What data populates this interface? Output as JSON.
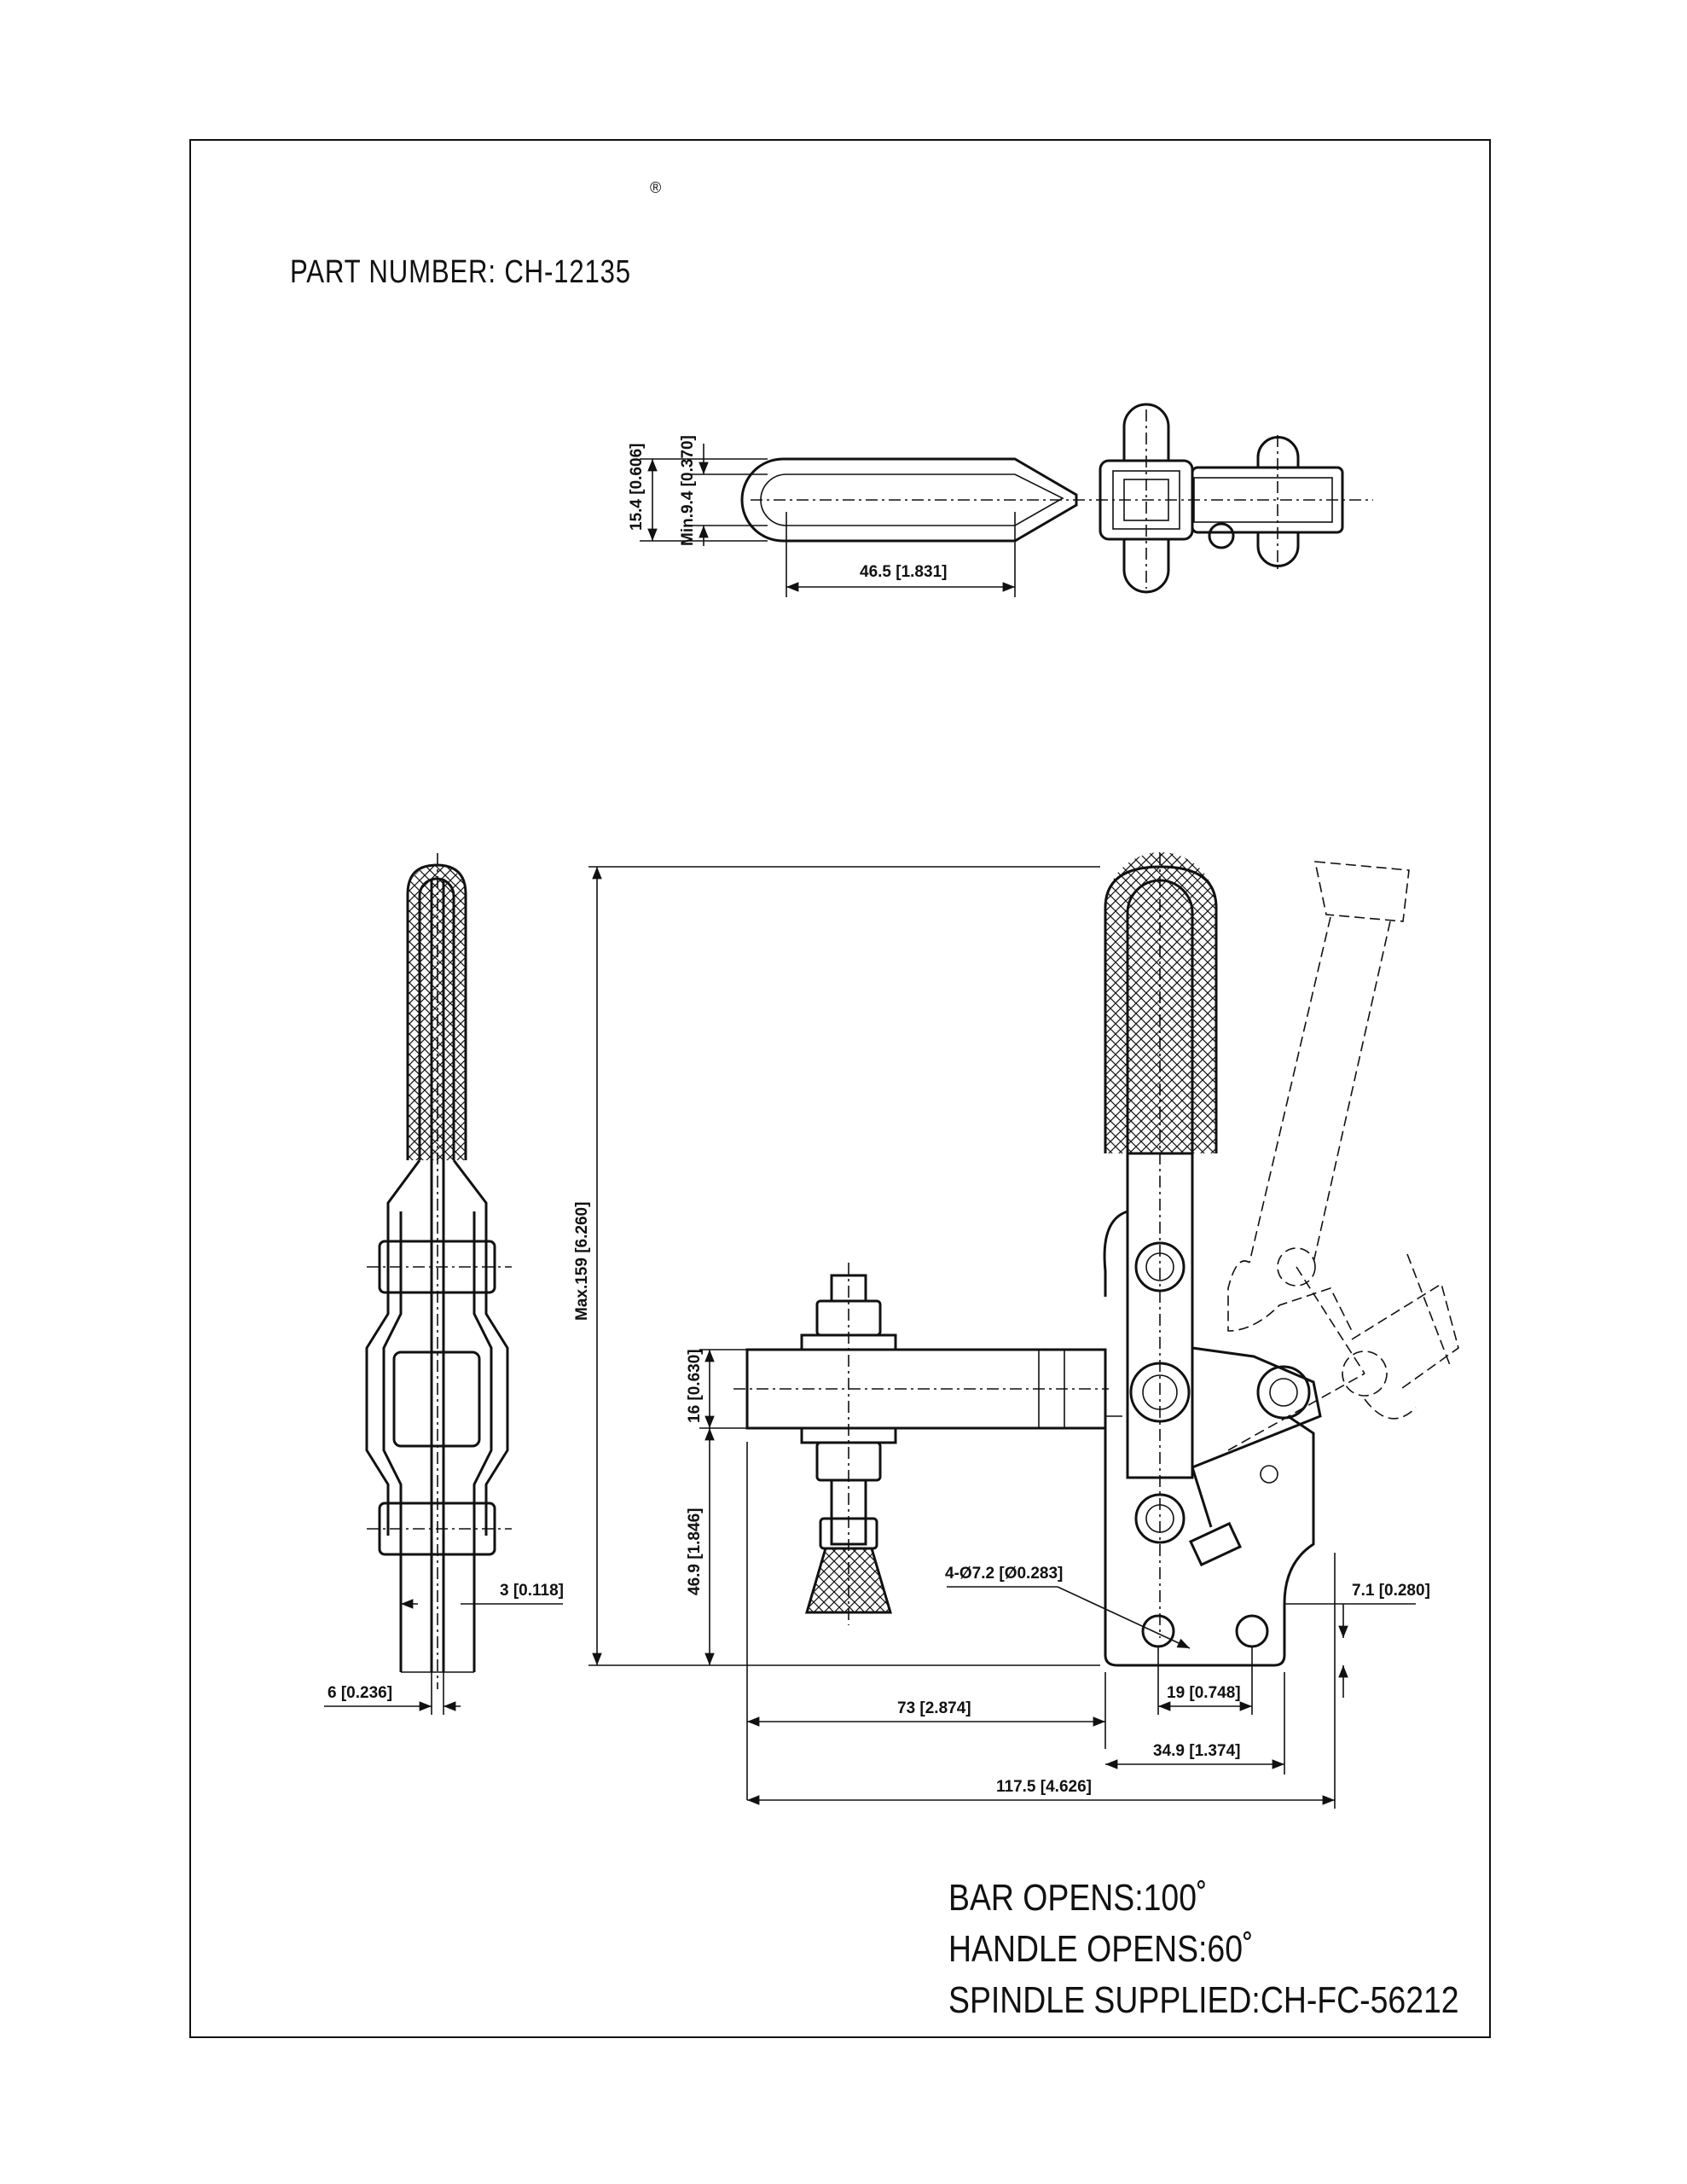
{
  "header": {
    "registered_mark": "®",
    "part_number": "PART  NUMBER:  CH-12135"
  },
  "dimensions": {
    "top_width": "15.4 [0.606]",
    "top_min": "Min.9.4 [0.370]",
    "top_length": "46.5 [1.831]",
    "max_height": "Max.159 [6.260]",
    "bar_thickness": "16 [0.630]",
    "bar_height": "46.9 [1.846]",
    "hole_dia": "4-Ø7.2 [Ø0.283]",
    "base_offset": "7.1 [0.280]",
    "side_gap": "3 [0.118]",
    "side_width": "6 [0.236]",
    "bar_length": "73 [2.874]",
    "hole_spacing": "19 [0.748]",
    "base_length": "34.9 [1.374]",
    "overall_length": "117.5 [4.626]"
  },
  "notes": {
    "bar_opens": "BAR  OPENS:100˚",
    "handle_opens": "HANDLE  OPENS:60˚",
    "spindle": "SPINDLE  SUPPLIED:CH-FC-56212"
  }
}
